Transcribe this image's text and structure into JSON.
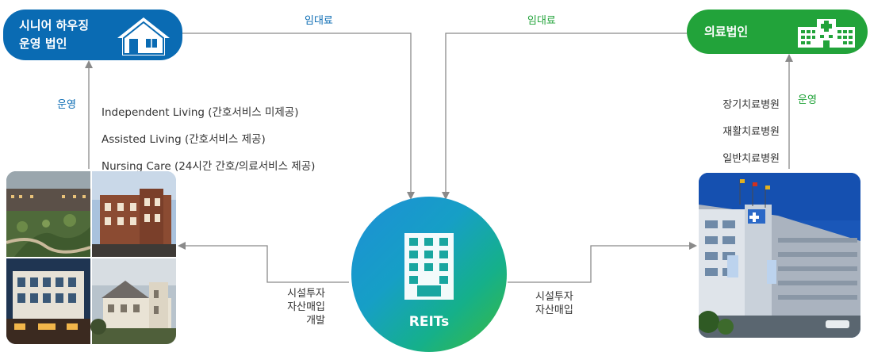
{
  "nodes": {
    "senior_operator": {
      "label": "시니어 하우징\n운영 법인"
    },
    "medical_corp": {
      "label": "의료법인"
    },
    "reits": {
      "label": "REITs"
    }
  },
  "edges": {
    "rent_left": "임대료",
    "rent_right": "임대료",
    "operate_left": "운영",
    "operate_right": "운영",
    "invest_left": "시설투자\n자산매입\n개발",
    "invest_right": "시설투자\n자산매입"
  },
  "care_types": [
    "Independent Living (간호서비스 미제공)",
    "Assisted Living (간호서비스 제공)",
    "Nursing Care (24시간 간호/의료서비스 제공)"
  ],
  "hospital_types": [
    "장기치료병원",
    "재활치료병원",
    "일반치료병원"
  ],
  "colors": {
    "blue": "#0a6bb3",
    "green": "#22a33a",
    "gray_line": "#8a8a8a"
  },
  "icons": {
    "senior_operator": "house-icon",
    "medical_corp": "hospital-icon",
    "reits": "building-icon"
  }
}
